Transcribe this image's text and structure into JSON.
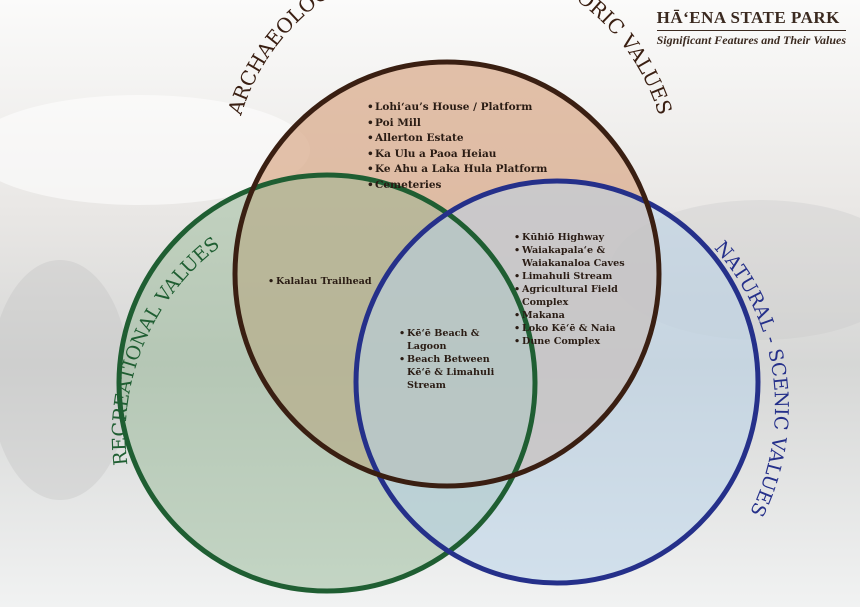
{
  "title": {
    "main": "HĀ‘ENA STATE PARK",
    "subtitle": "Significant Features and Their Values"
  },
  "circles": {
    "cultural": {
      "label": "ARCHAEOLOGICAL - CULTURAL - HISTORIC VALUES",
      "fill": "#d9ab8a",
      "stroke": "#3a1f12"
    },
    "recreational": {
      "label": "RECREATIONAL VALUES",
      "fill": "#8fb38f",
      "stroke": "#1f5e32"
    },
    "natural": {
      "label": "NATURAL - SCENIC VALUES",
      "fill": "#b9d4ea",
      "stroke": "#25308a"
    }
  },
  "cultural_only_items": [
    "Lohi‘au’s House / Platform",
    "Poi Mill",
    "Allerton Estate",
    "Ka Ulu a Paoa Heiau",
    "Ke Ahu a Laka Hula Platform",
    "Cemeteries"
  ],
  "cultural_recreational_items": [
    "Kalalau Trailhead"
  ],
  "cultural_natural_items": [
    "Kūhiō Highway",
    "Waiakapala‘e &",
    "Waiakanaloa Caves",
    "Limahuli Stream",
    "Agricultural Field",
    "Complex",
    "Makana",
    "Loko Kē‘ē & Naia",
    "Dune Complex"
  ],
  "all_three_items": [
    "Kē‘ē Beach &",
    "Lagoon",
    "Beach Between",
    "Kē‘ē & Limahuli",
    "Stream"
  ]
}
